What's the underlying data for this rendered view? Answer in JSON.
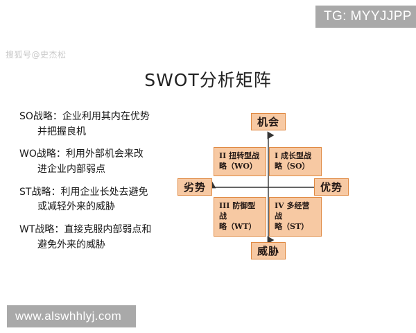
{
  "overlay": {
    "tg_banner": "TG: MYYJJPP",
    "url_banner": "www.alswhhlyj.com"
  },
  "watermark": "搜狐号@史杰松",
  "title": "SWOT分析矩阵",
  "strategies": [
    {
      "line1": "SO战略：企业利用其内在优势",
      "line2": "并把握良机"
    },
    {
      "line1": "WO战略：利用外部机会来改",
      "line2": "进企业内部弱点"
    },
    {
      "line1": "ST战略：利用企业长处去避免",
      "line2": "或减轻外来的威胁"
    },
    {
      "line1": "WT战略：直接克服内部弱点和",
      "line2": "避免外来的威胁"
    }
  ],
  "matrix": {
    "quadrants": {
      "wo": {
        "line1": "II 扭转型战",
        "line2": "略（WO）"
      },
      "so": {
        "line1": "I 成长型战",
        "line2": "略（SO）"
      },
      "wt": {
        "line1": "III 防御型战",
        "line2": "略（WT）"
      },
      "st": {
        "line1": "IV 多经营战",
        "line2": "略（ST）"
      }
    },
    "axis_labels": {
      "top": "机会",
      "bottom": "威胁",
      "left": "劣势",
      "right": "优势"
    }
  },
  "colors": {
    "box_fill": "#f7c9a3",
    "box_border": "#e08a43",
    "banner_bg": "#a9a9a9",
    "axis": "#333333"
  }
}
